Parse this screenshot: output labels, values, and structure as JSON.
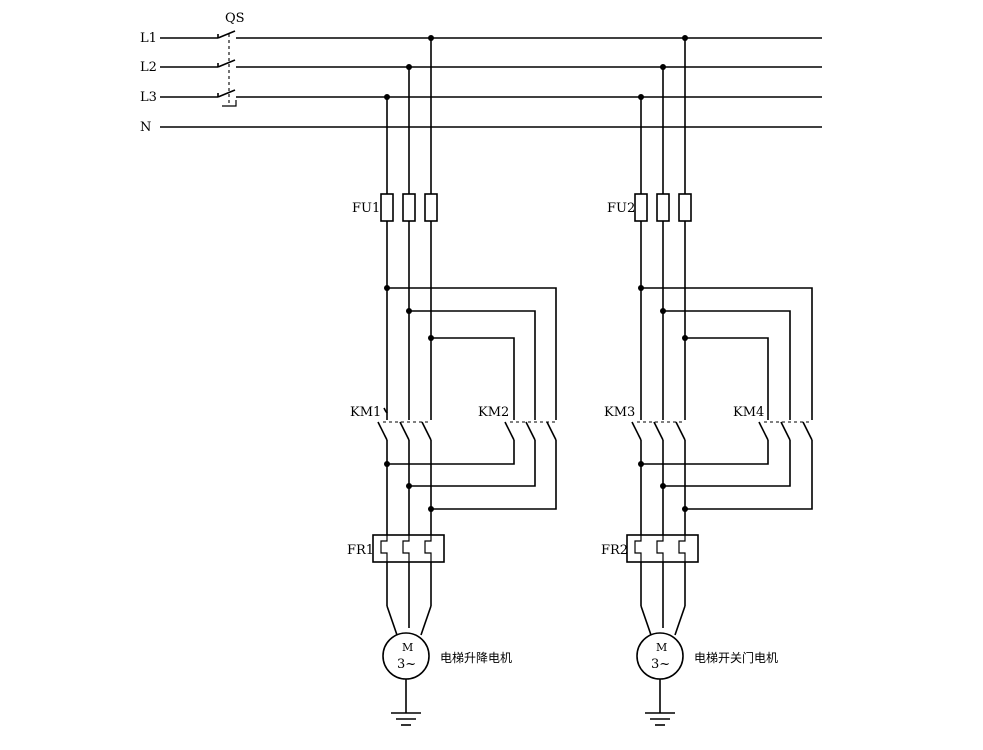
{
  "bus": {
    "l1": "L1",
    "l2": "L2",
    "l3": "L3",
    "n": "N",
    "switch": "QS"
  },
  "circuits": [
    {
      "fuse": "FU1",
      "contactor_a": "KM1",
      "contactor_b": "KM2",
      "relay": "FR1",
      "motor_m": "M",
      "motor_phase": "3~",
      "motor_name": "电梯升降电机"
    },
    {
      "fuse": "FU2",
      "contactor_a": "KM3",
      "contactor_b": "KM4",
      "relay": "FR2",
      "motor_m": "M",
      "motor_phase": "3~",
      "motor_name": "电梯开关门电机"
    }
  ]
}
